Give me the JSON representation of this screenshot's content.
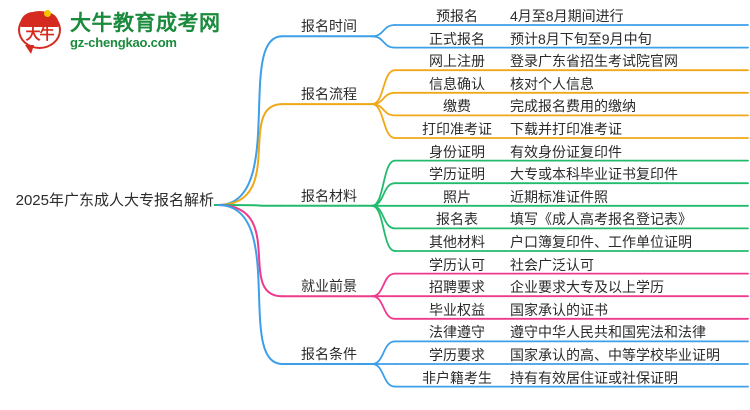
{
  "logo": {
    "mark_text": "大牛",
    "title": "大牛教育成考网",
    "url": "gz-chengkao.com",
    "brand_color": "#1a8a3c",
    "mark_color": "#d42a20"
  },
  "mindmap": {
    "root": "2025年广东成人大专报名解析",
    "branches": [
      {
        "label": "报名时间",
        "color": "#3d9fe8",
        "items": [
          {
            "key": "预报名",
            "value": "4月至8月期间进行"
          },
          {
            "key": "正式报名",
            "value": "预计8月下旬至9月中旬"
          }
        ]
      },
      {
        "label": "报名流程",
        "color": "#f0a818",
        "items": [
          {
            "key": "网上注册",
            "value": "登录广东省招生考试院官网"
          },
          {
            "key": "信息确认",
            "value": "核对个人信息"
          },
          {
            "key": "缴费",
            "value": "完成报名费用的缴纳"
          },
          {
            "key": "打印准考证",
            "value": "下载并打印准考证"
          }
        ]
      },
      {
        "label": "报名材料",
        "color": "#22bb6e",
        "items": [
          {
            "key": "身份证明",
            "value": "有效身份证复印件"
          },
          {
            "key": "学历证明",
            "value": "大专或本科毕业证书复印件"
          },
          {
            "key": "照片",
            "value": "近期标准证件照"
          },
          {
            "key": "报名表",
            "value": "填写《成人高考报名登记表》"
          },
          {
            "key": "其他材料",
            "value": "户口簿复印件、工作单位证明"
          }
        ]
      },
      {
        "label": "就业前景",
        "color": "#ee3a8c",
        "items": [
          {
            "key": "学历认可",
            "value": "社会广泛认可"
          },
          {
            "key": "招聘要求",
            "value": "企业要求大专及以上学历"
          },
          {
            "key": "毕业权益",
            "value": "国家承认的证书"
          }
        ]
      },
      {
        "label": "报名条件",
        "color": "#3d9fe8",
        "items": [
          {
            "key": "法律遵守",
            "value": "遵守中华人民共和国宪法和法律"
          },
          {
            "key": "学历要求",
            "value": "国家承认的高、中等学校毕业证明"
          },
          {
            "key": "非户籍考生",
            "value": "持有有效居住证或社保证明"
          }
        ]
      }
    ]
  }
}
